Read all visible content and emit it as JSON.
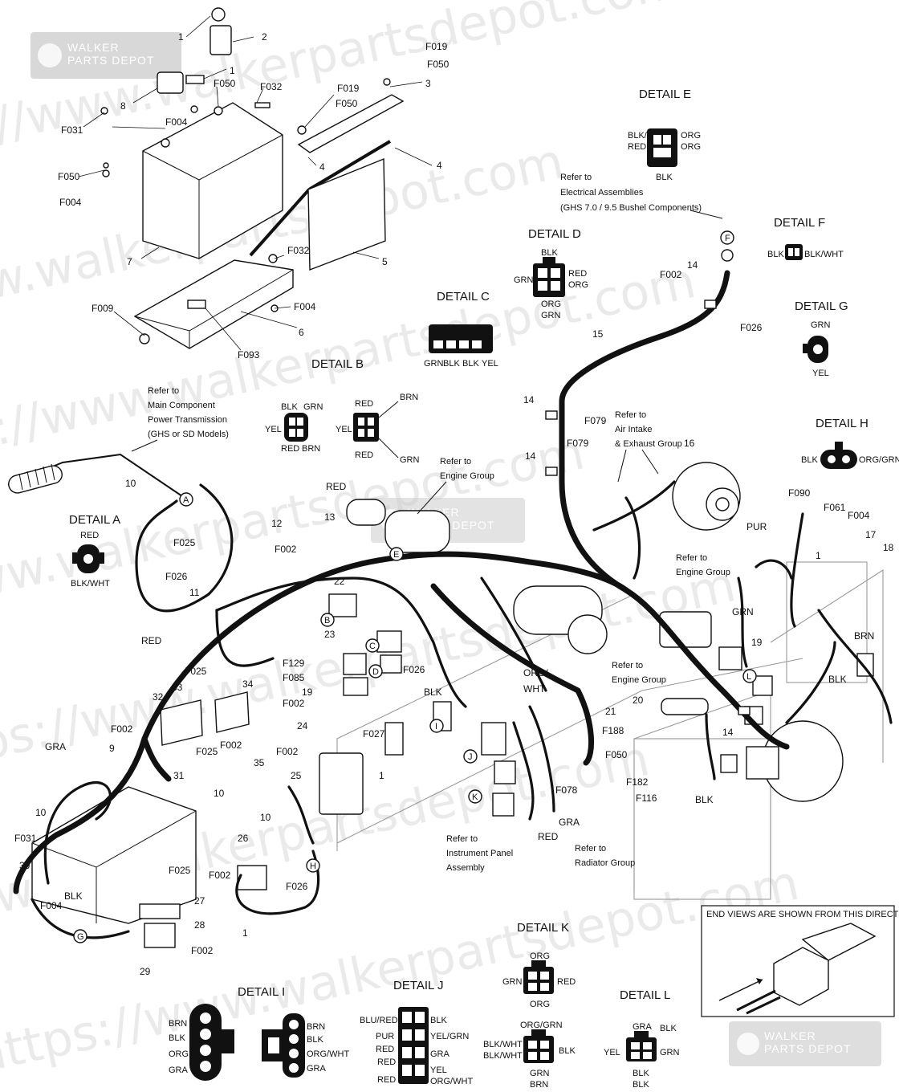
{
  "watermark": {
    "line1": "https://www.walkerpartsdepot.com",
    "line2": "https://www.walkerpartsdepot.com",
    "line3": "https://www.walkerpartsdepot.com",
    "line4": "https://www.walkerpartsdepot.com",
    "line5": "https://www.walkerpartsdepot.com",
    "line6": "https://www.walkerpartsdepot.com",
    "line7": "https://www.walkerpartsdepot.com",
    "logo_line1": "WALKER",
    "logo_line2": "PARTS DEPOT"
  },
  "callouts": {
    "p1": "1",
    "p2": "2",
    "f019a": "F019",
    "f050a": "F050",
    "p1b": "1",
    "p3": "3",
    "p8": "8",
    "f050b": "F050",
    "f032a": "F032",
    "f019b": "F019",
    "f050c": "F050",
    "f031a": "F031",
    "f004a": "F004",
    "f050d": "F050",
    "f004b": "F004",
    "p4a": "4",
    "p4b": "4",
    "p7": "7",
    "f032b": "F032",
    "p5": "5",
    "f009": "F009",
    "f004c": "F004",
    "p6": "6",
    "f093": "F093",
    "p10a": "10",
    "f025a": "F025",
    "f026a": "F026",
    "p11": "11",
    "p12": "12",
    "f002a": "F002",
    "p13": "13",
    "red1": "RED",
    "p22": "22",
    "p23": "23",
    "f129": "F129",
    "f085": "F085",
    "p19a": "19",
    "f026b": "F026",
    "blk1": "BLK",
    "orgwht1": "ORG/",
    "orgwht2": "WHT",
    "p21": "21",
    "f188": "F188",
    "f050e": "F050",
    "p20": "20",
    "p14d": "14",
    "f078": "F078",
    "gra1": "GRA",
    "red2": "RED",
    "f182": "F182",
    "f116": "F116",
    "blk2": "BLK",
    "red3": "RED",
    "f025b": "F025",
    "p33": "33",
    "p34": "34",
    "p32": "32",
    "f002b": "F002",
    "f002c": "F002",
    "f025c": "F025",
    "f002d": "F002",
    "p24": "24",
    "f027": "F027",
    "f002e": "F002",
    "p25": "25",
    "p1c": "1",
    "gra2": "GRA",
    "p9": "9",
    "p31": "31",
    "p35": "35",
    "p10b": "10",
    "p10c": "10",
    "p10d": "10",
    "f031b": "F031",
    "p30": "30",
    "blk3": "BLK",
    "f004d": "F004",
    "f025d": "F025",
    "p27": "27",
    "p28": "28",
    "f002f": "F002",
    "p29": "29",
    "p26": "26",
    "f002g": "F002",
    "f026c": "F026",
    "p1d": "1",
    "p15": "15",
    "p14a": "14",
    "f002h": "F002",
    "f026d": "F026",
    "p14b": "14",
    "f079a": "F079",
    "f079b": "F079",
    "p14c": "14",
    "p16": "16",
    "f090": "F090",
    "f061": "F061",
    "f004e": "F004",
    "pur": "PUR",
    "p17": "17",
    "p18": "18",
    "p1e": "1",
    "grn1": "GRN",
    "brn1": "BRN",
    "blk4": "BLK",
    "p19b": "19",
    "ref_main1": "Refer to",
    "ref_main2": "Main Component",
    "ref_main3": "Power Transmission",
    "ref_main4": "(GHS or SD Models)",
    "ref_eng1": "Refer to",
    "ref_eng2": "Engine Group",
    "ref_air1": "Refer to",
    "ref_air2": "Air Intake",
    "ref_air3": "& Exhaust Group",
    "ref_eng3": "Refer to",
    "ref_eng4": "Engine Group",
    "ref_eng5": "Refer to",
    "ref_eng6": "Engine Group",
    "ref_elec1": "Refer to",
    "ref_elec2": "Electrical Assemblies",
    "ref_elec3": "(GHS 7.0 / 9.5 Bushel Components)",
    "ref_inst1": "Refer to",
    "ref_inst2": "Instrument Panel",
    "ref_inst3": "Assembly",
    "ref_rad1": "Refer to",
    "ref_rad2": "Radiator Group"
  },
  "circle_letters": {
    "a": "A",
    "b": "B",
    "c": "C",
    "d": "D",
    "e": "E",
    "f": "F",
    "g": "G",
    "h": "H",
    "i": "I",
    "j": "J",
    "k": "K",
    "l": "L"
  },
  "details": {
    "a": {
      "title": "DETAIL A",
      "w1": "RED",
      "w2": "BLK/WHT"
    },
    "b": {
      "title": "DETAIL B",
      "l1": "BLK",
      "l2": "GRN",
      "l3": "YEL",
      "l4": "RED",
      "l5": "BRN",
      "r1": "RED",
      "r2": "BRN",
      "r3": "YEL",
      "r4": "RED",
      "r5": "GRN"
    },
    "c": {
      "title": "DETAIL C",
      "w1": "GRN",
      "w2": "BLK",
      "w3": "BLK",
      "w4": "YEL"
    },
    "d": {
      "title": "DETAIL D",
      "w1": "BLK",
      "w2": "GRN",
      "w3": "RED",
      "w4": "ORG",
      "w5": "ORG",
      "w6": "GRN"
    },
    "e": {
      "title": "DETAIL E",
      "w1": "BLK/",
      "w2": "RED",
      "w3": "ORG",
      "w4": "ORG",
      "w5": "BLK"
    },
    "f": {
      "title": "DETAIL F",
      "w1": "BLK",
      "w2": "BLK/WHT"
    },
    "g": {
      "title": "DETAIL G",
      "w1": "GRN",
      "w2": "YEL"
    },
    "h": {
      "title": "DETAIL H",
      "w1": "BLK",
      "w2": "ORG/GRN"
    },
    "i": {
      "title": "DETAIL I",
      "w1": "BRN",
      "w2": "BLK",
      "w3": "ORG",
      "w4": "GRA",
      "w5": "BRN",
      "w6": "BLK",
      "w7": "ORG/WHT",
      "w8": "GRA"
    },
    "j": {
      "title": "DETAIL J",
      "w1": "BLU/RED",
      "w2": "PUR",
      "w3": "RED",
      "w4": "RED",
      "w5": "RED",
      "w6": "BLK",
      "w7": "YEL/GRN",
      "w8": "GRA",
      "w9": "YEL",
      "w10": "ORG/WHT"
    },
    "k": {
      "title": "DETAIL K",
      "w1": "ORG",
      "w2": "GRN",
      "w3": "RED",
      "w4": "ORG",
      "w5": "ORG/GRN",
      "w6": "BLK/WHT",
      "w7": "BLK/WHT",
      "w8": "BLK",
      "w9": "GRN",
      "w10": "BRN"
    },
    "l": {
      "title": "DETAIL L",
      "w1": "GRA",
      "w2": "BLK",
      "w3": "YEL",
      "w4": "GRN",
      "w5": "BLK",
      "w6": "BLK"
    }
  },
  "endview": {
    "caption": "END VIEWS ARE SHOWN FROM THIS DIRECTION"
  }
}
